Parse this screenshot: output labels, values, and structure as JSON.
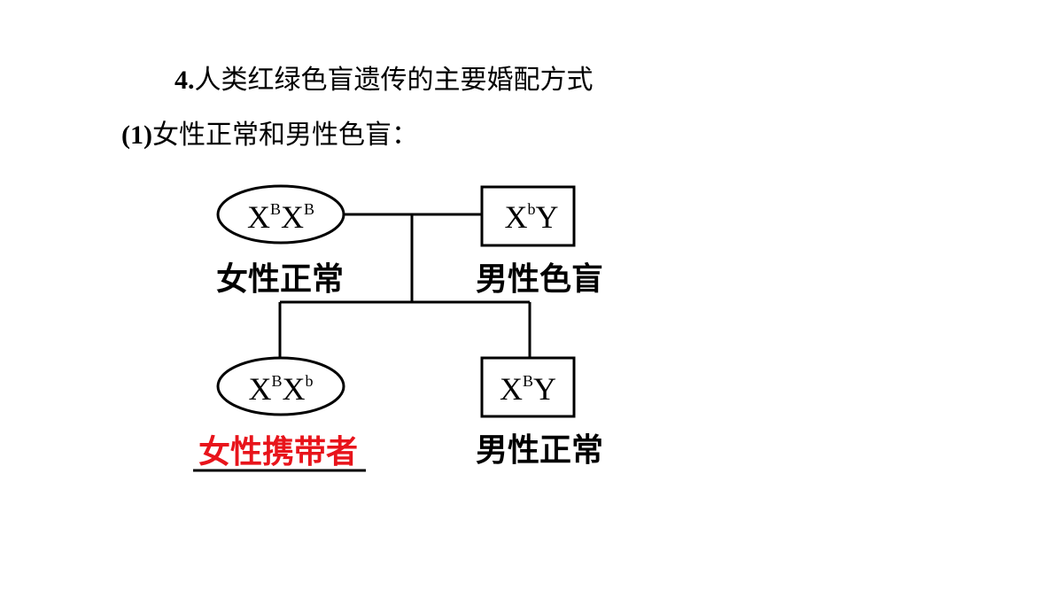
{
  "heading": {
    "number": "4.",
    "text": "人类红绿色盲遗传的主要婚配方式"
  },
  "subheading": {
    "number": "(1)",
    "text": "女性正常和男性色盲："
  },
  "pedigree": {
    "parent_female": {
      "genotype": "X",
      "allele1": "B",
      "allele2": "B",
      "label": "女性正常"
    },
    "parent_male": {
      "genotype": "X",
      "allele": "b",
      "y": "Y",
      "label": "男性色盲"
    },
    "child_female": {
      "genotype": "X",
      "allele1": "B",
      "allele2": "b",
      "label": "女性携带者",
      "label_color": "#e8141b"
    },
    "child_male": {
      "genotype": "X",
      "allele": "B",
      "y": "Y",
      "label": "男性正常"
    }
  }
}
